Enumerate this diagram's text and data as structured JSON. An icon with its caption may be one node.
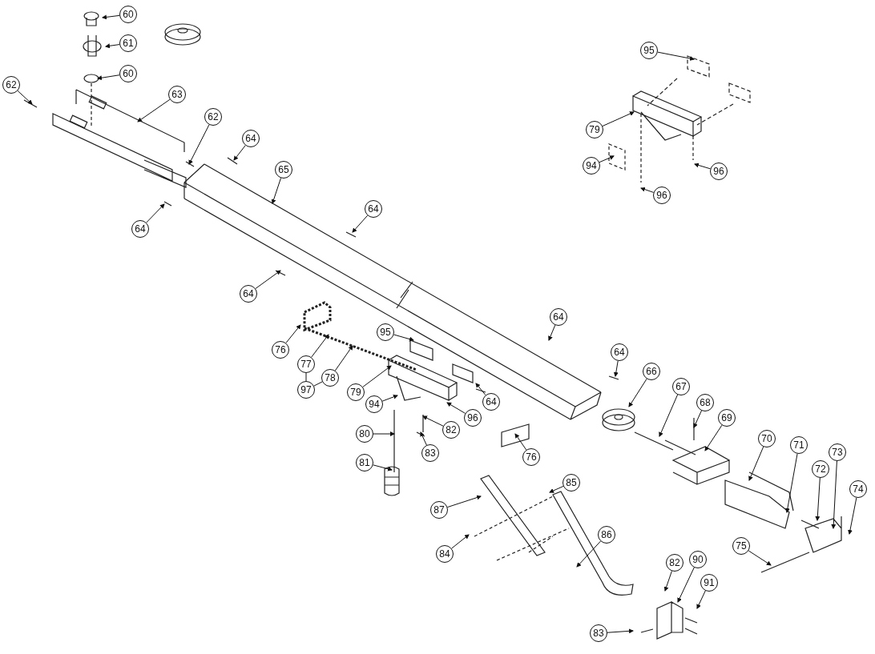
{
  "diagram": {
    "nodes": [
      {
        "text": [
          "60"
        ]
      },
      {
        "text": [
          "61"
        ]
      },
      {
        "text": [
          "60"
        ]
      },
      {
        "text": [
          "62"
        ]
      },
      {
        "text": [
          "63"
        ]
      },
      {
        "text": [
          "62"
        ]
      },
      {
        "text": [
          "64"
        ]
      },
      {
        "text": [
          "65"
        ]
      },
      {
        "text": [
          "64"
        ]
      },
      {
        "text": [
          "64"
        ]
      },
      {
        "text": [
          "64"
        ]
      },
      {
        "text": [
          "95"
        ]
      },
      {
        "text": [
          "79"
        ]
      },
      {
        "text": [
          "94"
        ]
      },
      {
        "text": [
          "96"
        ]
      },
      {
        "text": [
          "96"
        ]
      },
      {
        "text": [
          "76"
        ]
      },
      {
        "text": [
          "77"
        ]
      },
      {
        "text": [
          "97"
        ]
      },
      {
        "text": [
          "78"
        ]
      },
      {
        "text": [
          "95"
        ]
      },
      {
        "text": [
          "79"
        ]
      },
      {
        "text": [
          "94"
        ]
      },
      {
        "text": [
          "96"
        ]
      },
      {
        "text": [
          "82"
        ]
      },
      {
        "text": [
          "80"
        ]
      },
      {
        "text": [
          "83"
        ]
      },
      {
        "text": [
          "81"
        ]
      },
      {
        "text": [
          "64"
        ]
      },
      {
        "text": [
          "64"
        ]
      },
      {
        "text": [
          "64"
        ]
      },
      {
        "text": [
          "76"
        ]
      },
      {
        "text": [
          "66"
        ]
      },
      {
        "text": [
          "67"
        ]
      },
      {
        "text": [
          "68"
        ]
      },
      {
        "text": [
          "69"
        ]
      },
      {
        "text": [
          "70"
        ]
      },
      {
        "text": [
          "71"
        ]
      },
      {
        "text": [
          "72"
        ]
      },
      {
        "text": [
          "73"
        ]
      },
      {
        "text": [
          "74"
        ]
      },
      {
        "text": [
          "75"
        ]
      },
      {
        "text": [
          "85"
        ]
      },
      {
        "text": [
          "87"
        ]
      },
      {
        "text": [
          "86"
        ]
      },
      {
        "text": [
          "84"
        ]
      },
      {
        "text": [
          "82"
        ]
      },
      {
        "text": [
          "90"
        ]
      },
      {
        "text": [
          "91"
        ]
      },
      {
        "text": [
          "83"
        ]
      }
    ],
    "edges": [
      {
        "from": 0,
        "to": null,
        "arrow": "to"
      },
      {
        "from": 1,
        "to": null,
        "arrow": "to"
      },
      {
        "from": 2,
        "to": null,
        "arrow": "to"
      },
      {
        "from": 3,
        "to": null,
        "arrow": "to"
      },
      {
        "from": 4,
        "to": null,
        "arrow": "to"
      },
      {
        "from": 5,
        "to": null,
        "arrow": "to"
      },
      {
        "from": 6,
        "to": null,
        "arrow": "to"
      },
      {
        "from": 7,
        "to": null,
        "arrow": "to"
      },
      {
        "from": 8,
        "to": null,
        "arrow": "to"
      },
      {
        "from": 9,
        "to": null,
        "arrow": "to"
      },
      {
        "from": 10,
        "to": null,
        "arrow": "to"
      },
      {
        "from": 11,
        "to": null,
        "arrow": "to"
      },
      {
        "from": 12,
        "to": null,
        "arrow": "to"
      },
      {
        "from": 13,
        "to": null,
        "arrow": "to"
      },
      {
        "from": 14,
        "to": null,
        "arrow": "to"
      },
      {
        "from": 15,
        "to": null,
        "arrow": "to"
      },
      {
        "from": 16,
        "to": null,
        "arrow": "to"
      },
      {
        "from": 17,
        "to": null,
        "arrow": "to"
      },
      {
        "from": 18,
        "to": 17,
        "arrow": "none"
      },
      {
        "from": 18,
        "to": 19,
        "arrow": "none"
      },
      {
        "from": 19,
        "to": null,
        "arrow": "to"
      },
      {
        "from": 20,
        "to": null,
        "arrow": "to"
      },
      {
        "from": 21,
        "to": null,
        "arrow": "to"
      },
      {
        "from": 22,
        "to": null,
        "arrow": "to"
      },
      {
        "from": 23,
        "to": null,
        "arrow": "to"
      },
      {
        "from": 24,
        "to": null,
        "arrow": "to"
      },
      {
        "from": 25,
        "to": null,
        "arrow": "to"
      },
      {
        "from": 26,
        "to": null,
        "arrow": "to"
      },
      {
        "from": 27,
        "to": null,
        "arrow": "to"
      },
      {
        "from": 28,
        "to": null,
        "arrow": "to"
      },
      {
        "from": 29,
        "to": null,
        "arrow": "to"
      },
      {
        "from": 30,
        "to": null,
        "arrow": "to"
      },
      {
        "from": 31,
        "to": null,
        "arrow": "to"
      },
      {
        "from": 32,
        "to": null,
        "arrow": "to"
      },
      {
        "from": 33,
        "to": null,
        "arrow": "to"
      },
      {
        "from": 34,
        "to": null,
        "arrow": "to"
      },
      {
        "from": 35,
        "to": null,
        "arrow": "to"
      },
      {
        "from": 36,
        "to": null,
        "arrow": "to"
      },
      {
        "from": 37,
        "to": null,
        "arrow": "to"
      },
      {
        "from": 38,
        "to": null,
        "arrow": "to"
      },
      {
        "from": 39,
        "to": null,
        "arrow": "to"
      },
      {
        "from": 40,
        "to": null,
        "arrow": "to"
      },
      {
        "from": 41,
        "to": null,
        "arrow": "to"
      },
      {
        "from": 42,
        "to": null,
        "arrow": "to"
      },
      {
        "from": 43,
        "to": null,
        "arrow": "to"
      },
      {
        "from": 44,
        "to": null,
        "arrow": "to"
      },
      {
        "from": 45,
        "to": null,
        "arrow": "to"
      },
      {
        "from": 46,
        "to": null,
        "arrow": "to"
      },
      {
        "from": 47,
        "to": null,
        "arrow": "to"
      },
      {
        "from": 48,
        "to": null,
        "arrow": "to"
      },
      {
        "from": 49,
        "to": null,
        "arrow": "to"
      }
    ]
  }
}
